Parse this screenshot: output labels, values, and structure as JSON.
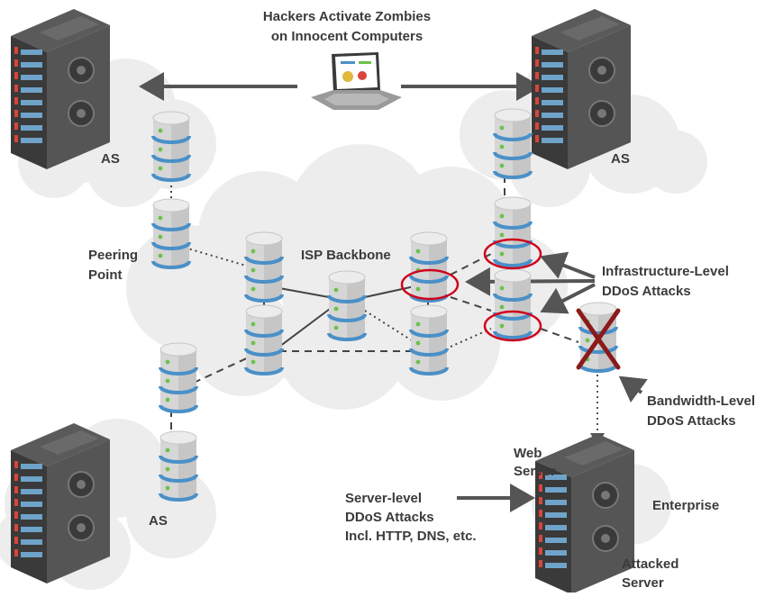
{
  "labels": {
    "title_line1": "Hackers Activate Zombies",
    "title_line2": "on Innocent Computers",
    "as_top_left": "AS",
    "as_top_right": "AS",
    "as_bottom_left": "AS",
    "peering_line1": "Peering",
    "peering_line2": "Point",
    "isp_backbone": "ISP Backbone",
    "infra_line1": "Infrastructure-Level",
    "infra_line2": "DDoS Attacks",
    "bandwidth_line1": "Bandwidth-Level",
    "bandwidth_line2": "DDoS Attacks",
    "web_line1": "Web",
    "web_line2": "Server",
    "enterprise": "Enterprise",
    "server_attack_line1": "Server-level",
    "server_attack_line2": "DDoS Attacks",
    "server_attack_line3": "Incl. HTTP, DNS, etc.",
    "attacked_line1": "Attacked",
    "attacked_line2": "Server"
  },
  "colors": {
    "cloud": "#ededed",
    "line": "#444444",
    "attack_ring": "#d0021b",
    "cross": "#8b1a1a",
    "disk_stripe": "#4a90c8",
    "disk_body": "#d4d4d4",
    "server_body": "#4a4a4a",
    "led_red": "#d8453a",
    "led_green": "#6cc24a"
  }
}
